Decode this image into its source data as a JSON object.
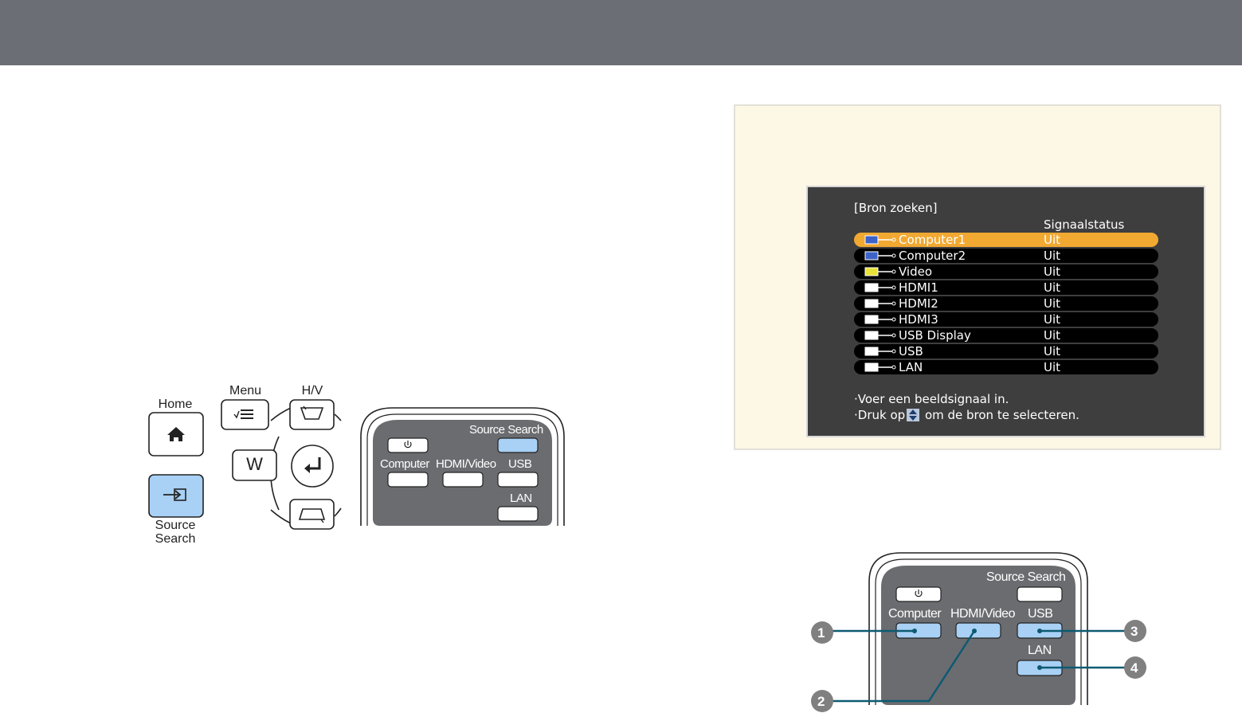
{
  "header": {
    "color": "#6c6e75"
  },
  "left_buttons": {
    "home": "Home",
    "menu": "Menu",
    "hv": "H/V",
    "w": "W",
    "source_search_line1": "Source",
    "source_search_line2": "Search",
    "home_icon": "home-icon",
    "menu_icon": "menu-list-icon",
    "enter_icon": "enter-icon",
    "source_icon": "source-input-icon"
  },
  "remote": {
    "source_search": "Source Search",
    "computer": "Computer",
    "hdmi_video": "HDMI/Video",
    "usb": "USB",
    "lan": "LAN",
    "power_icon": "power-icon",
    "highlight": "#a9d0f5"
  },
  "screen": {
    "title": "[Bron zoeken]",
    "status_header": "Signaalstatus",
    "rows": [
      {
        "name": "Computer1",
        "status": "Uit",
        "icon": "computer-port-icon",
        "selected": true
      },
      {
        "name": "Computer2",
        "status": "Uit",
        "icon": "computer-port-icon"
      },
      {
        "name": "Video",
        "status": "Uit",
        "icon": "video-port-icon"
      },
      {
        "name": "HDMI1",
        "status": "Uit",
        "icon": "hdmi-port-icon"
      },
      {
        "name": "HDMI2",
        "status": "Uit",
        "icon": "hdmi-port-icon"
      },
      {
        "name": "HDMI3",
        "status": "Uit",
        "icon": "hdmi-port-icon"
      },
      {
        "name": "USB Display",
        "status": "Uit",
        "icon": "usb-port-icon"
      },
      {
        "name": "USB",
        "status": "Uit",
        "icon": "usb-port-icon"
      },
      {
        "name": "LAN",
        "status": "Uit",
        "icon": "lan-wireless-icon"
      }
    ],
    "msg1": "·Voer een beeldsignaal in.",
    "msg2_pre": "·Druk op",
    "msg2_post": "om de bron te selecteren.",
    "selected_color": "#f1a932"
  },
  "callouts": [
    "1",
    "2",
    "3",
    "4"
  ]
}
